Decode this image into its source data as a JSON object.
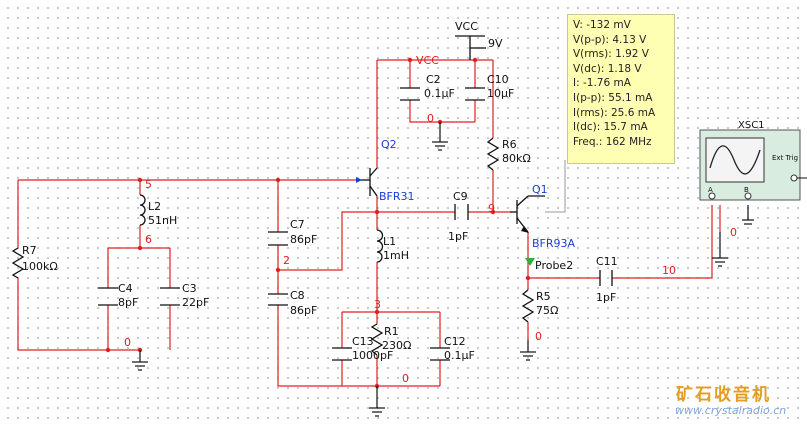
{
  "colors": {
    "wire": "#e02020",
    "symbol": "#111111",
    "transistor_label": "#1a3fd6",
    "probe_bg": "#ffffb4"
  },
  "components": {
    "vcc_top": "VCC",
    "vcc_val": "9V",
    "vcc_node": "VCC",
    "c2_name": "C2",
    "c2_val": "0.1µF",
    "c10_name": "C10",
    "c10_val": "10µF",
    "r6_name": "R6",
    "r6_val": "80kΩ",
    "q2_name": "Q2",
    "q2_model": "BFR31",
    "q1_name": "Q1",
    "q1_model": "BFR93A",
    "c9_name": "C9",
    "c9_val": "1pF",
    "l2_name": "L2",
    "l2_val": "51nH",
    "c7_name": "C7",
    "c7_val": "86pF",
    "c8_name": "C8",
    "c8_val": "86pF",
    "l1_name": "L1",
    "l1_val": "1mH",
    "r7_name": "R7",
    "r7_val": "100kΩ",
    "c4_name": "C4",
    "c4_val": "8pF",
    "c3_name": "C3",
    "c3_val": "22pF",
    "r1_name": "R1",
    "r1_val": "230Ω",
    "c13_name": "C13",
    "c13_val": "1000pF",
    "c12_name": "C12",
    "c12_val": "0.1µF",
    "r5_name": "R5",
    "r5_val": "75Ω",
    "c11_name": "C11",
    "c11_val": "1pF",
    "probe_name": "Probe2",
    "xsc_name": "XSC1",
    "xsc_ext": "Ext Trig",
    "xsc_a": "A",
    "xsc_b": "B"
  },
  "nets": {
    "n5": "5",
    "n6": "6",
    "n2": "2",
    "n3": "3",
    "n9": "9",
    "n10": "10",
    "n0_top": "0",
    "n0_left": "0",
    "n0_bottom": "0",
    "n0_r5": "0",
    "n0_scope": "0"
  },
  "probe": [
    "V: -132 mV",
    "V(p-p): 4.13 V",
    "V(rms): 1.92 V",
    "V(dc): 1.18 V",
    "I: -1.76 mA",
    "I(p-p): 55.1 mA",
    "I(rms): 25.6 mA",
    "I(dc): 15.7 mA",
    "Freq.: 162 MHz"
  ],
  "watermark": {
    "cn": "矿石收音机",
    "url": "www.crystalradio.cn"
  }
}
